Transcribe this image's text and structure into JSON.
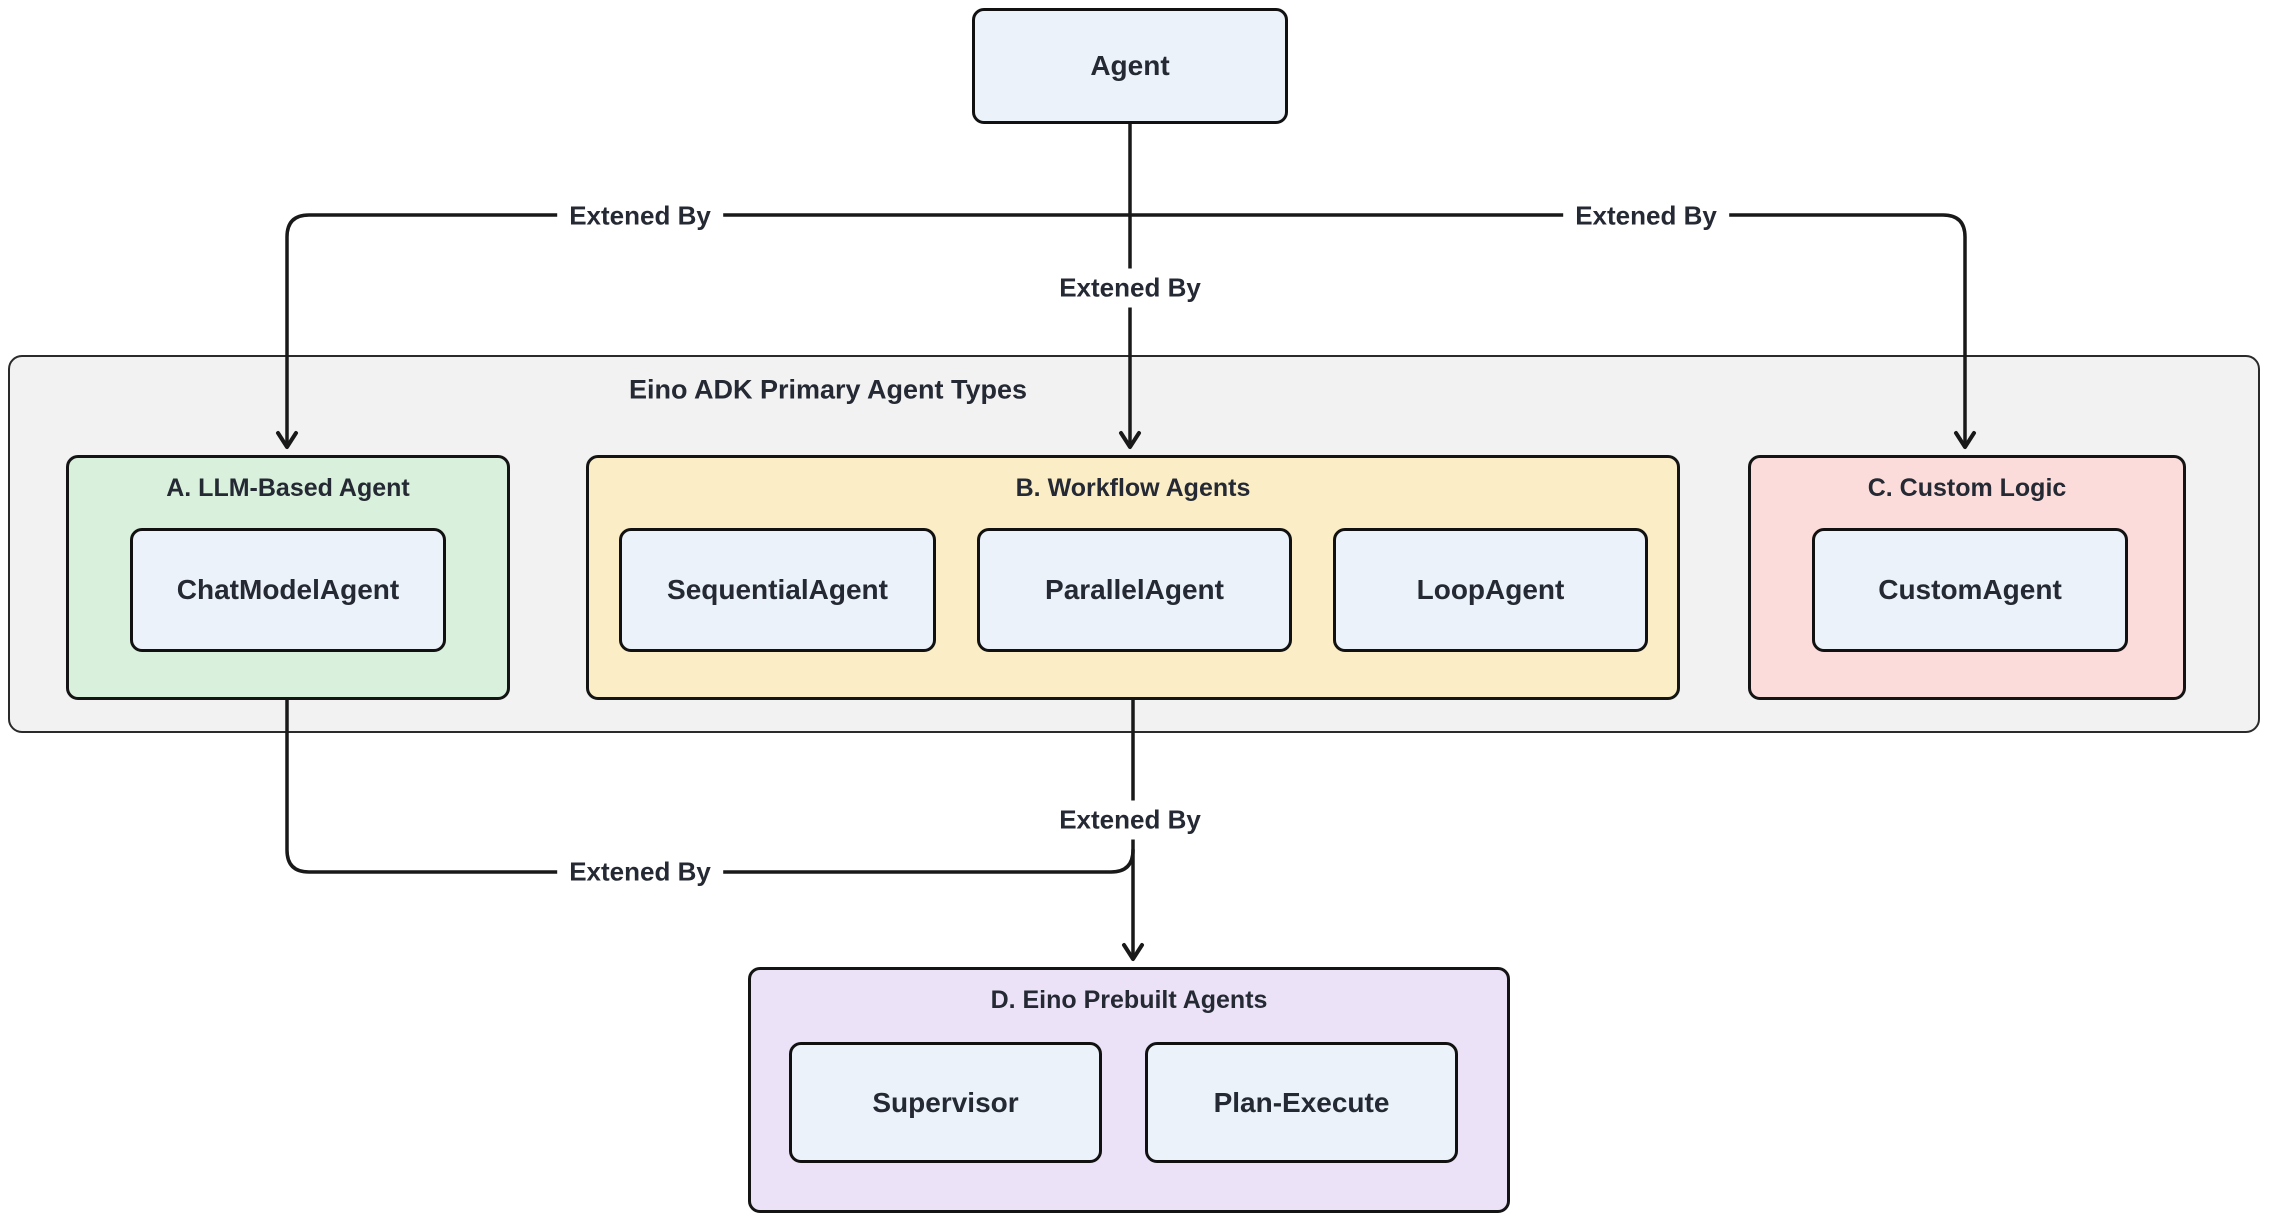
{
  "diagram": {
    "root_label": "Agent",
    "container_title": "Eino ADK Primary Agent Types",
    "groups": [
      {
        "title": "A. LLM-Based Agent",
        "fill": "#D9F0DC",
        "children": [
          {
            "label": "ChatModelAgent"
          }
        ]
      },
      {
        "title": "B. Workflow Agents",
        "fill": "#FBEEC6",
        "children": [
          {
            "label": "SequentialAgent"
          },
          {
            "label": "ParallelAgent"
          },
          {
            "label": "LoopAgent"
          }
        ]
      },
      {
        "title": "C. Custom Logic",
        "fill": "#FCDCDB",
        "children": [
          {
            "label": "CustomAgent"
          }
        ]
      },
      {
        "title": "D. Eino Prebuilt Agents",
        "fill": "#EBE2F7",
        "children": [
          {
            "label": "Supervisor"
          },
          {
            "label": "Plan-Execute"
          }
        ]
      }
    ],
    "edge_labels": [
      "Extened By",
      "Extened By",
      "Extened By",
      "Extened By",
      "Extened By"
    ],
    "colors": {
      "node_fill": "#ECF2F9",
      "node_border": "#111111",
      "container_fill": "#F2F2F2",
      "container_border": "#2A2A2A",
      "edge_stroke": "#191919",
      "text": "#242933",
      "background": "#FFFFFF"
    }
  }
}
